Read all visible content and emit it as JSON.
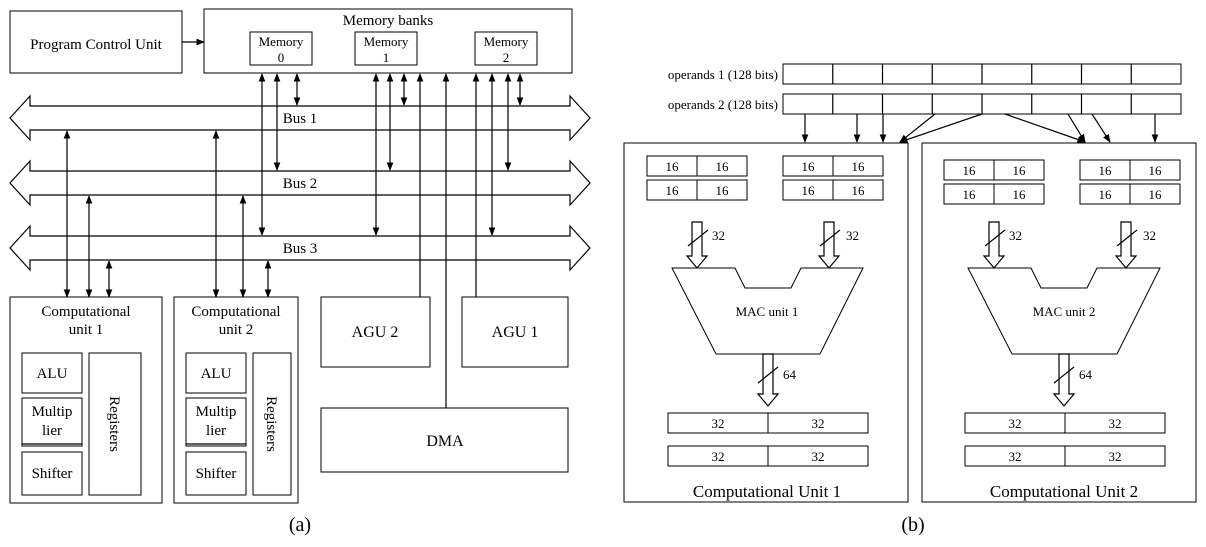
{
  "panel_a": {
    "caption": "(a)",
    "program_control_unit": "Program Control Unit",
    "memory_banks": {
      "title": "Memory banks",
      "banks": [
        {
          "label": "Memory",
          "index": "0"
        },
        {
          "label": "Memory",
          "index": "1"
        },
        {
          "label": "Memory",
          "index": "2"
        }
      ]
    },
    "buses": [
      "Bus 1",
      "Bus 2",
      "Bus 3"
    ],
    "computational_units": [
      {
        "title_line1": "Computational",
        "title_line2": "unit 1"
      },
      {
        "title_line1": "Computational",
        "title_line2": "unit 2"
      }
    ],
    "sub_blocks": {
      "alu": "ALU",
      "multiplier_line1": "Multip",
      "multiplier_line2": "lier",
      "shifter": "Shifter",
      "registers": "Registers"
    },
    "agu_2": "AGU 2",
    "agu_1": "AGU 1",
    "dma": "DMA"
  },
  "panel_b": {
    "caption": "(b)",
    "operands_1": "operands 1 (128 bits)",
    "operands_2": "operands 2 (128 bits)",
    "operand_cell_count": 8,
    "input_cell": "16",
    "bus_width_in": "32",
    "bus_width_out": "64",
    "output_cell": "32",
    "units": [
      {
        "mac_label": "MAC unit 1",
        "title": "Computational Unit 1"
      },
      {
        "mac_label": "MAC unit 2",
        "title": "Computational Unit 2"
      }
    ]
  }
}
